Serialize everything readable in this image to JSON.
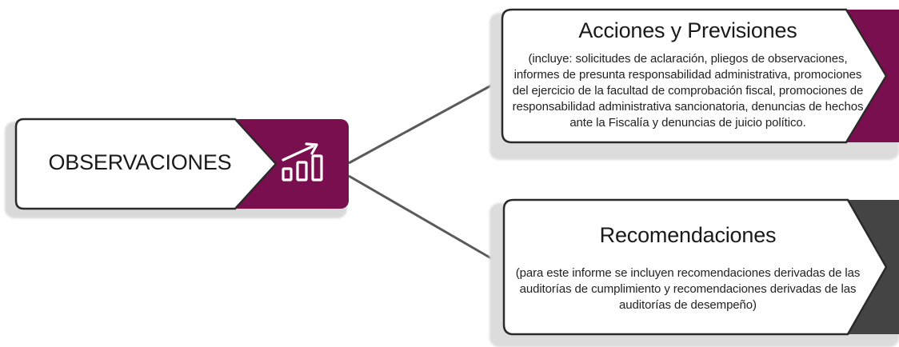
{
  "diagram": {
    "main_node": {
      "label": "OBSERVACIONES",
      "icon": "growth-chart-icon",
      "accent_color": "#7a0f4f"
    },
    "branches": [
      {
        "title": "Acciones y Previsiones",
        "description": "(incluye: solicitudes de aclaración, pliegos de observaciones, informes de presunta responsabilidad administrativa, promociones del ejercicio de la facultad de comprobación fiscal, promociones de responsabilidad administrativa sancionatoria, denuncias de hechos ante la Fiscalía y denuncias de juicio político.",
        "accent_color": "#7a0f4f"
      },
      {
        "title": "Recomendaciones",
        "description": "(para este informe se incluyen recomendaciones derivadas de las auditorías de cumplimiento y recomendaciones derivadas de las auditorías de desempeño)",
        "accent_color": "#444444"
      }
    ],
    "connector_color": "#5a5a5a"
  }
}
